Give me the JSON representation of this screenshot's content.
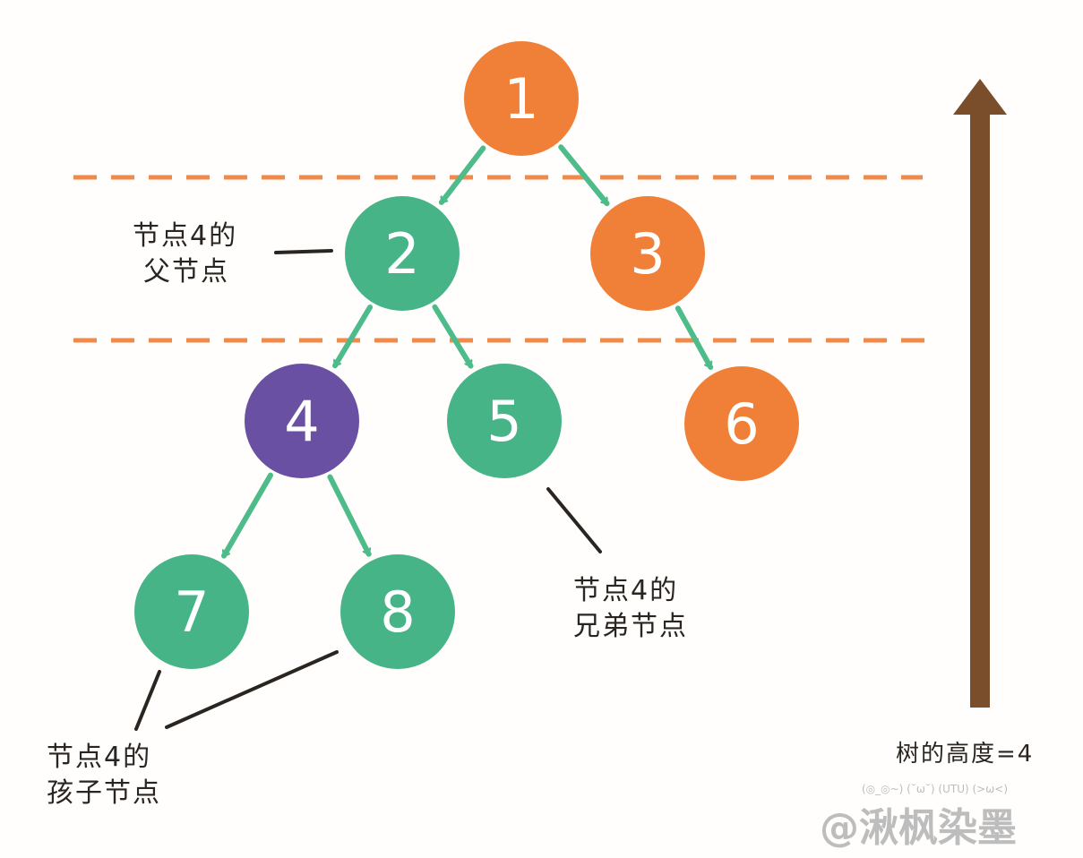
{
  "colors": {
    "orange": "#F08038",
    "green": "#46B487",
    "purple": "#6A50A2",
    "arrow": "#4DBB8A",
    "dash": "#F08A4A",
    "height_arrow": "#7A4E2A"
  },
  "nodes": [
    {
      "label": "1",
      "color": "orange"
    },
    {
      "label": "2",
      "color": "green"
    },
    {
      "label": "3",
      "color": "orange"
    },
    {
      "label": "4",
      "color": "purple"
    },
    {
      "label": "5",
      "color": "green"
    },
    {
      "label": "6",
      "color": "orange"
    },
    {
      "label": "7",
      "color": "green"
    },
    {
      "label": "8",
      "color": "green"
    }
  ],
  "edges": [
    [
      "1",
      "2"
    ],
    [
      "1",
      "3"
    ],
    [
      "2",
      "4"
    ],
    [
      "2",
      "5"
    ],
    [
      "3",
      "6"
    ],
    [
      "4",
      "7"
    ],
    [
      "4",
      "8"
    ]
  ],
  "labels": {
    "parent": [
      "节点4的",
      "父节点"
    ],
    "sibling": [
      "节点4的",
      "兄弟节点"
    ],
    "children": [
      "节点4的",
      "孩子节点"
    ],
    "height": "树的高度=4"
  },
  "watermark": {
    "faces": "(◎_◎~) (˘ω˘) (UTU) (>ω<)",
    "name": "@湫枫染墨"
  }
}
